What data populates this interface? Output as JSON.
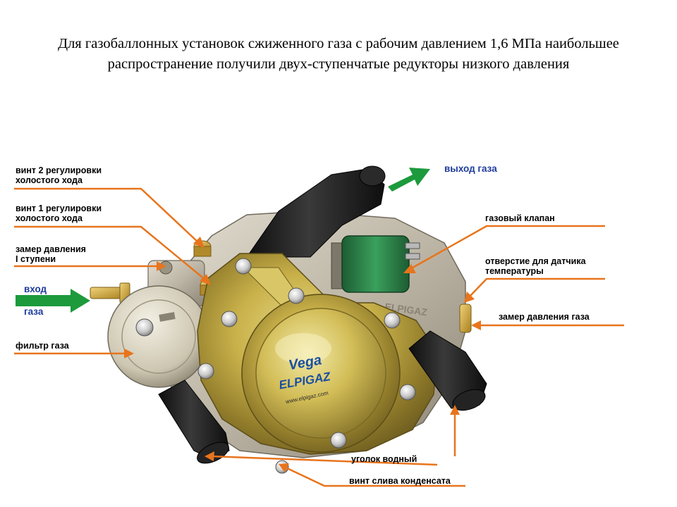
{
  "title": {
    "line1": "Для газобаллонных установок сжиженного газа с рабочим давлением 1,6 МПа наибольшее",
    "line2": "распространение получили двух-ступенчатые редукторы низкого давления"
  },
  "labels": {
    "idle_screw_2_l1": "винт 2 регулировки",
    "idle_screw_2_l2": "холостого хода",
    "idle_screw_1_l1": "винт 1 регулировки",
    "idle_screw_1_l2": "холостого хода",
    "stage1_pressure_l1": "замер давления",
    "stage1_pressure_l2": "I ступени",
    "gas_inlet_l1": "вход",
    "gas_inlet_l2": "газа",
    "gas_filter": "фильтр газа",
    "gas_outlet": "выход газа",
    "gas_valve": "газовый клапан",
    "temp_sensor_l1": "отверстие для датчика",
    "temp_sensor_l2": "температуры",
    "gas_pressure": "замер давления газа",
    "water_elbow": "уголок водный",
    "drain_screw": "винт слива конденсата"
  },
  "product": {
    "brand_top": "Vega",
    "brand_bottom": "ELPIGAZ",
    "website": "www.elpigaz.com"
  },
  "colors": {
    "arrow_orange": "#e8741c",
    "arrow_green": "#1c9a3c",
    "label_blue": "#1e3c9c",
    "body_metal": "#c9c3b4",
    "cover_gold": "#c9b14a",
    "hose_black": "#1c1c1c",
    "valve_green": "#2f8a4c"
  }
}
